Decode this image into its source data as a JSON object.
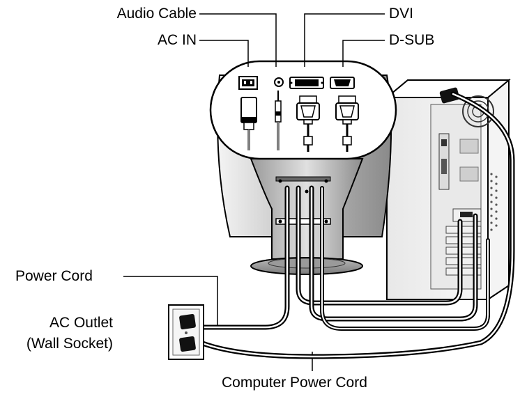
{
  "labels": {
    "audio_cable": "Audio Cable",
    "ac_in": "AC IN",
    "dvi": "DVI",
    "d_sub": "D-SUB",
    "power_cord": "Power Cord",
    "ac_outlet": "AC Outlet",
    "wall_socket": "(Wall Socket)",
    "computer_power_cord": "Computer Power Cord"
  },
  "colors": {
    "line": "#000000",
    "monitor_body": "#d9d9d9",
    "panel": "#ffffff",
    "tower": "#f2f2f2"
  }
}
